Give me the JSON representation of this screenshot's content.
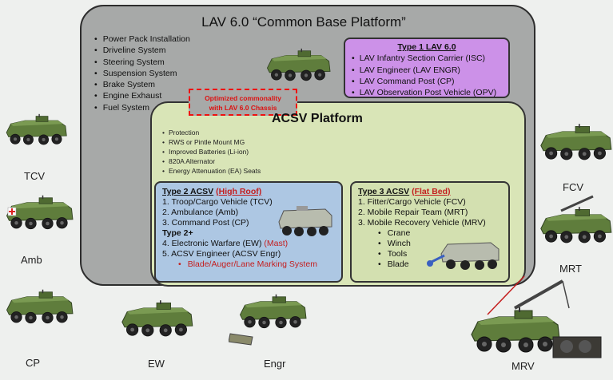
{
  "platform": {
    "title": "LAV 6.0 “Common Base Platform”",
    "systems": [
      "Power Pack Installation",
      "Driveline System",
      "Steering System",
      "Suspension System",
      "Brake System",
      "Engine Exhaust",
      "Fuel System"
    ]
  },
  "type1": {
    "heading": "Type 1 LAV 6.0",
    "items": [
      "LAV Infantry Section Carrier (ISC)",
      "LAV Engineer (LAV ENGR)",
      "LAV Command Post (CP)",
      "LAV Observation Post Vehicle (OPV)"
    ]
  },
  "commonality": {
    "line1": "Optimized commonality",
    "line2": "with LAV 6.0 Chassis"
  },
  "acsv": {
    "title": "ACSV Platform",
    "features": [
      "Protection",
      "RWS or Pintle Mount MG",
      "Improved Batteries (Li-ion)",
      "820A Alternator",
      "Energy Attenuation (EA) Seats"
    ]
  },
  "type2": {
    "heading": "Type 2 ACSV",
    "heading_note": "(High Roof)",
    "items": [
      "1. Troop/Cargo Vehicle (TCV)",
      "2. Ambulance (Amb)",
      "3. Command Post (CP)"
    ],
    "plus_heading": "Type 2+",
    "plus_item1": "4. Electronic Warfare (EW)",
    "plus_item1_note": "(Mast)",
    "plus_item2": "5. ACSV Engineer (ACSV Engr)",
    "plus_sub": "Blade/Auger/Lane Marking System"
  },
  "type3": {
    "heading": "Type 3 ACSV",
    "heading_note": "(Flat Bed)",
    "items": [
      "1. Fitter/Cargo Vehicle (FCV)",
      "2. Mobile Repair Team (MRT)",
      "3. Mobile Recovery Vehicle (MRV)"
    ],
    "subs": [
      "Crane",
      "Winch",
      "Tools",
      "Blade"
    ]
  },
  "vehicle_labels": {
    "tcv": "TCV",
    "amb": "Amb",
    "cp": "CP",
    "ew": "EW",
    "engr": "Engr",
    "fcv": "FCV",
    "mrt": "MRT",
    "mrv": "MRV"
  },
  "colors": {
    "platform_panel": "#a7a9a8",
    "type1_box": "#cc91e8",
    "acsv_panel": "#d9e5b7",
    "type2_box": "#adc7e3",
    "type3_box": "#d3e0b0",
    "highlight_red": "#c41e1e",
    "vehicle_green": "#5c7a3a"
  }
}
